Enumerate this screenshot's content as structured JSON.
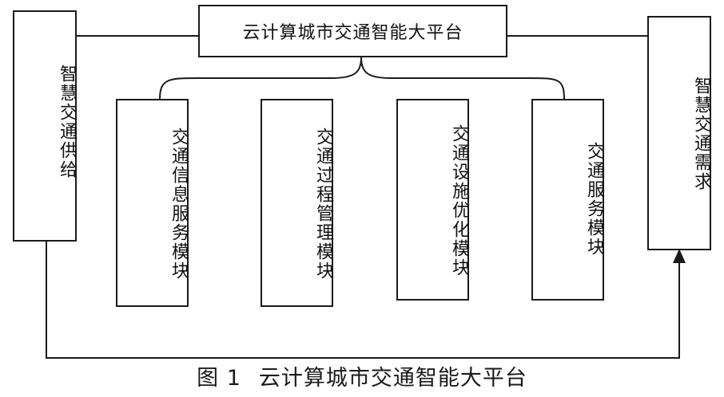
{
  "platform": {
    "title": "云计算城市交通智能大平台"
  },
  "supply": {
    "label": "智慧交通供给"
  },
  "demand": {
    "label": "智慧交通需求"
  },
  "modules": [
    {
      "label": "交通信息服务模块"
    },
    {
      "label": "交通过程管理模块"
    },
    {
      "label": "交通设施优化模块"
    },
    {
      "label": "交通服务模块"
    }
  ],
  "caption": {
    "figure": "图 1",
    "title": "云计算城市交通智能大平台"
  }
}
